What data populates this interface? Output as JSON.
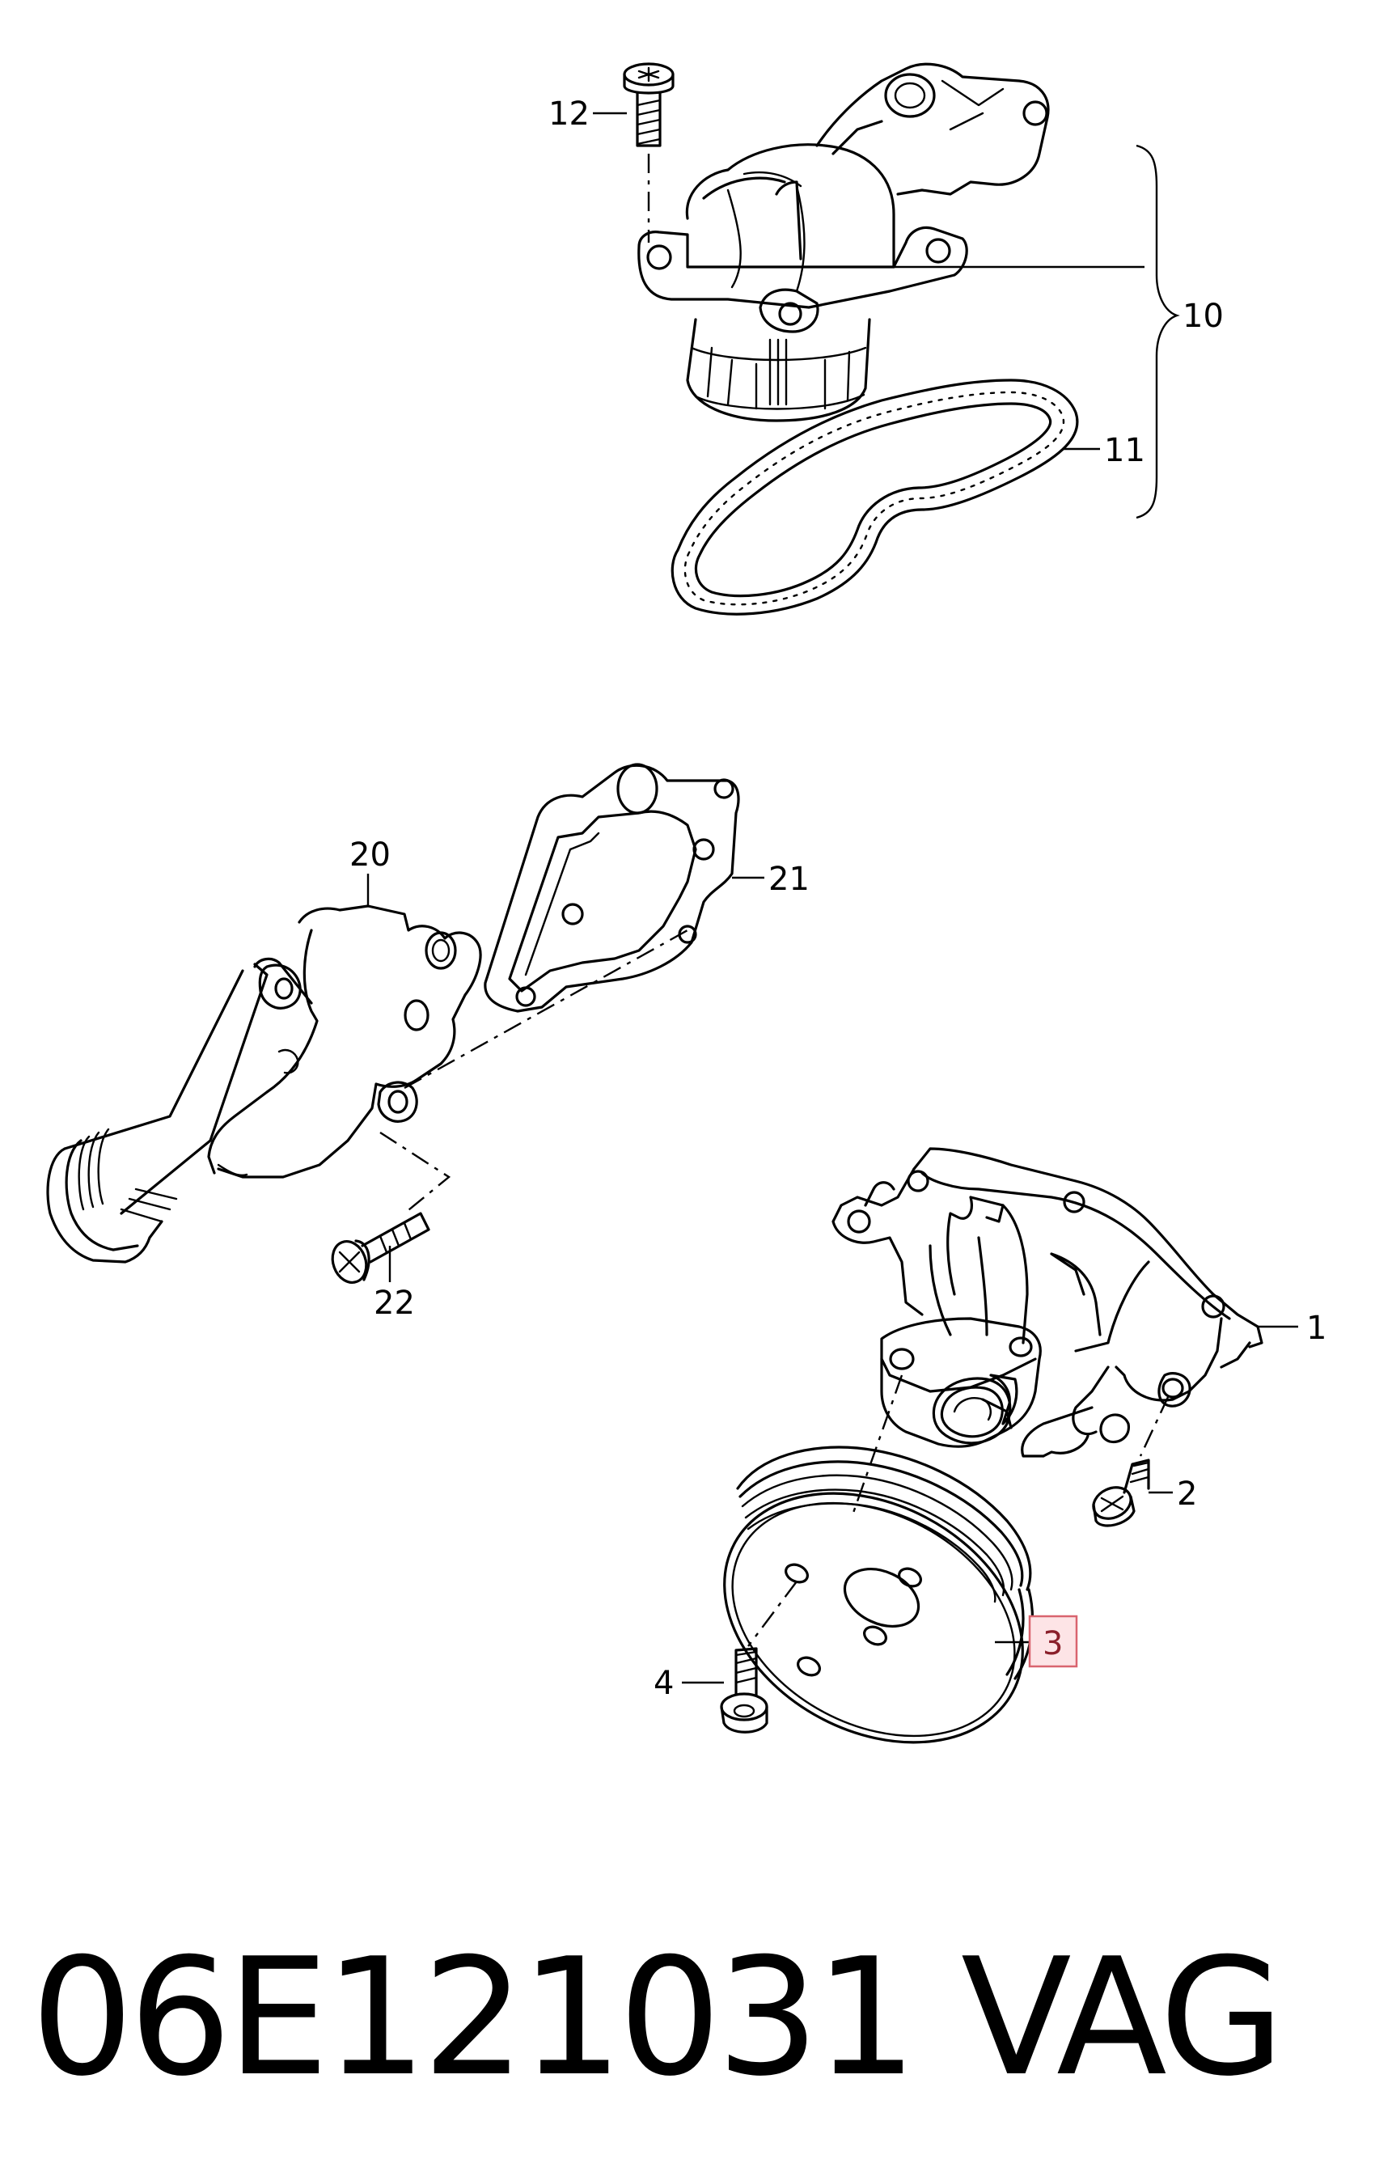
{
  "callouts": {
    "c1": "1",
    "c2": "2",
    "c3": "3",
    "c4": "4",
    "c10": "10",
    "c11": "11",
    "c12": "12",
    "c20": "20",
    "c21": "21",
    "c22": "22"
  },
  "highlighted_callout": "3",
  "footer": {
    "part_number": "06E121031",
    "brand": "VAG"
  },
  "colors": {
    "line": "#000000",
    "highlight_fill": "#fde4e6",
    "highlight_border": "#d9646f"
  }
}
